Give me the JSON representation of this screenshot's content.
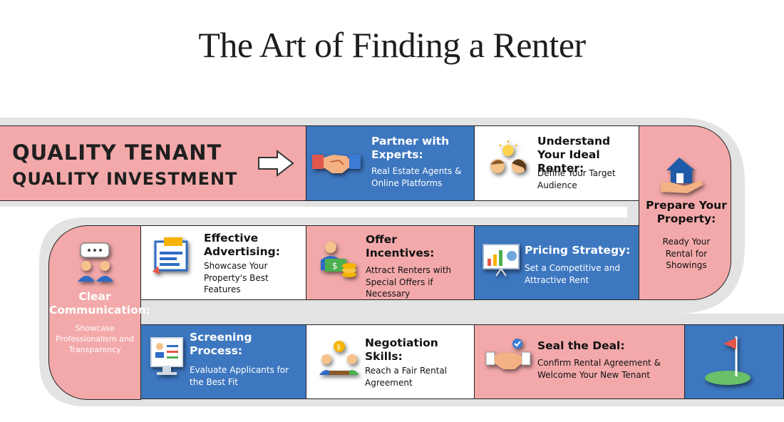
{
  "title": "The Art of Finding a Renter",
  "hero": {
    "line1": "QUALITY TENANT",
    "line2": "QUALITY INVESTMENT"
  },
  "steps": {
    "partner": {
      "title": "Partner with Experts:",
      "desc": "Real Estate Agents & Online Platforms",
      "icon": "handshake-icon"
    },
    "understand": {
      "title": "Understand Your Ideal Renter:",
      "desc": "Define Your Target Audience",
      "icon": "idea-people-icon"
    },
    "prepare": {
      "title": "Prepare Your Property:",
      "desc": "Ready Your Rental for Showings",
      "icon": "house-in-hand-icon"
    },
    "pricing": {
      "title": "Pricing Strategy:",
      "desc": "Set a Competitive and Attractive Rent",
      "icon": "chart-board-icon"
    },
    "incentives": {
      "title": "Offer Incentives:",
      "desc": "Attract Renters with Special Offers if Necessary",
      "icon": "money-person-icon"
    },
    "advertising": {
      "title": "Effective Advertising:",
      "desc": "Showcase Your Property's Best Features",
      "icon": "ads-icon"
    },
    "communication": {
      "title": "Clear Communication:",
      "desc": "Showcase Professionalism and Transparency",
      "icon": "chat-people-icon"
    },
    "screening": {
      "title": "Screening Process:",
      "desc": "Evaluate Applicants for the Best Fit",
      "icon": "applicant-screen-icon"
    },
    "negotiation": {
      "title": "Negotiation Skills:",
      "desc": "Reach a Fair Rental Agreement",
      "icon": "negotiation-icon"
    },
    "seal": {
      "title": "Seal the Deal:",
      "desc": "Confirm Rental Agreement & Welcome Your New Tenant",
      "icon": "deal-handshake-icon"
    },
    "finish": {
      "icon": "golf-flag-icon"
    }
  },
  "colors": {
    "pink": "#f3a9aa",
    "blue": "#3d77c0",
    "track": "#e3e3e3"
  }
}
